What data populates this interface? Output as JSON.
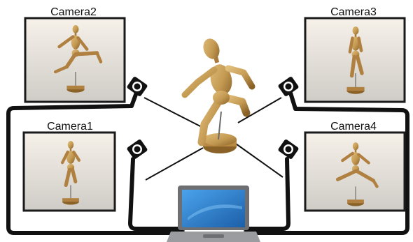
{
  "labels": {
    "camera1": "Camera1",
    "camera2": "Camera2",
    "camera3": "Camera3",
    "camera4": "Camera4"
  },
  "colors": {
    "cable": "#111111",
    "frame": "#1a1a1a",
    "wood": "#c49a52",
    "wood_dark": "#8a6228",
    "screen": "#2f86d4",
    "laptop_body": "#6d6f73"
  },
  "icons": {
    "camera": "camera-icon",
    "laptop": "laptop-icon",
    "figure": "wooden-mannequin"
  }
}
